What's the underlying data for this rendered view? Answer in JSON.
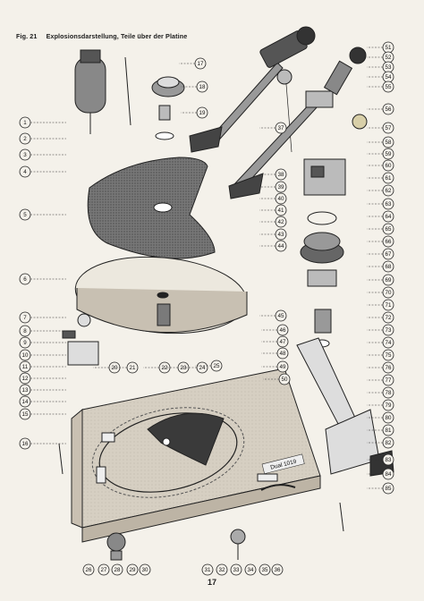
{
  "caption": {
    "figure": "Fig. 21",
    "title": "Explosionsdarstellung, Teile über der Platine"
  },
  "page_number": "17",
  "part_numbers": {
    "left": [
      "1",
      "2",
      "3",
      "4",
      "5",
      "6",
      "7",
      "8",
      "9",
      "10",
      "11",
      "12",
      "13",
      "14",
      "15",
      "16"
    ],
    "bottom": [
      "26",
      "27",
      "28",
      "29",
      "30",
      "31",
      "32",
      "33",
      "34",
      "35",
      "36"
    ],
    "center": [
      "17",
      "18",
      "19",
      "20",
      "21",
      "22",
      "23",
      "24",
      "25",
      "37",
      "38",
      "39",
      "40",
      "41",
      "42",
      "43",
      "44",
      "45",
      "46",
      "47",
      "48",
      "49",
      "50"
    ],
    "right": [
      "51",
      "52",
      "53",
      "54",
      "55",
      "56",
      "57",
      "58",
      "59",
      "60",
      "61",
      "62",
      "63",
      "64",
      "65",
      "66",
      "67",
      "68",
      "69",
      "70",
      "71",
      "72",
      "73",
      "74",
      "75",
      "76",
      "77",
      "78",
      "79",
      "80",
      "81",
      "82",
      "83",
      "84",
      "85"
    ]
  },
  "labels": {
    "platter_mark": "Dual 1019"
  }
}
